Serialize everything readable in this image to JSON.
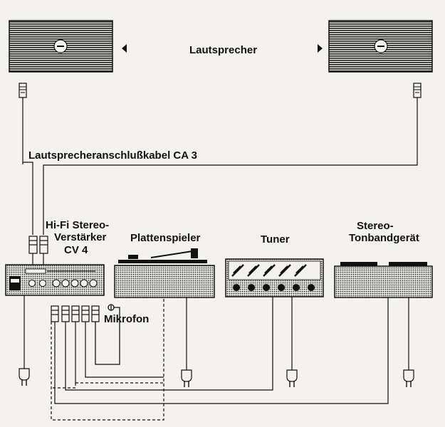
{
  "labels": {
    "speakers": "Lautsprecher",
    "speaker_cable": "Lautsprecheranschlußkabel CA 3",
    "amplifier_line1": "Hi-Fi Stereo-",
    "amplifier_line2": "Verstärker",
    "amplifier_line3": "CV 4",
    "turntable": "Plattenspieler",
    "tuner": "Tuner",
    "tape_line1": "Stereo-",
    "tape_line2": "Tonbandgerät",
    "microphone": "Mikrofon"
  },
  "colors": {
    "ink": "#111111",
    "paper": "#f3f2ee"
  }
}
